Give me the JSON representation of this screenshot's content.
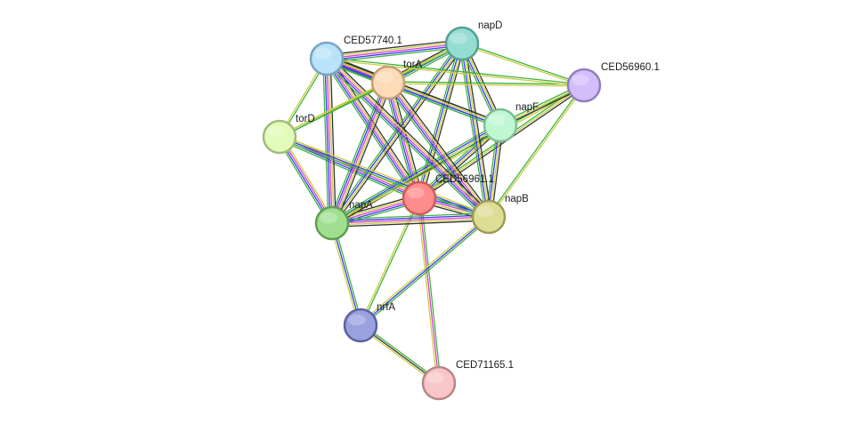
{
  "network": {
    "nodes": [
      {
        "id": "CED56961.1",
        "label": "CED56961.1",
        "color": "#ff8c8c",
        "border": "#cf5a5a"
      },
      {
        "id": "napA",
        "label": "napA",
        "color": "#a0df90",
        "border": "#5f9e50"
      },
      {
        "id": "napB",
        "label": "napB",
        "color": "#dedd95",
        "border": "#9e9c55"
      },
      {
        "id": "napF",
        "label": "napF",
        "color": "#bff7d3",
        "border": "#7fbf93"
      },
      {
        "id": "napD",
        "label": "napD",
        "color": "#95ddd2",
        "border": "#55a092"
      },
      {
        "id": "torA",
        "label": "torA",
        "color": "#fddbb7",
        "border": "#c59d77"
      },
      {
        "id": "CED57740.1",
        "label": "CED57740.1",
        "color": "#b9e3f9",
        "border": "#79a3c1"
      },
      {
        "id": "torD",
        "label": "torD",
        "color": "#e1fbb9",
        "border": "#a1bb79"
      },
      {
        "id": "CED56960.1",
        "label": "CED56960.1",
        "color": "#d4bdfb",
        "border": "#947dbb"
      },
      {
        "id": "nrfA",
        "label": "nrfA",
        "color": "#99a1df",
        "border": "#59619f"
      },
      {
        "id": "CED71165.1",
        "label": "CED71165.1",
        "color": "#f8c6c6",
        "border": "#b88686"
      }
    ],
    "edge_colors": {
      "green": "#3fb33f",
      "blue": "#3a3af0",
      "magenta": "#d63fd6",
      "yellow": "#cccc3f",
      "black": "#333333",
      "cyan": "#3fcfcf"
    },
    "edges": [
      {
        "from": "CED56961.1",
        "to": "napA",
        "kinds": [
          "green",
          "blue",
          "magenta",
          "yellow",
          "black"
        ]
      },
      {
        "from": "CED56961.1",
        "to": "napB",
        "kinds": [
          "green",
          "blue",
          "magenta",
          "yellow",
          "black"
        ]
      },
      {
        "from": "CED56961.1",
        "to": "napF",
        "kinds": [
          "green",
          "blue",
          "yellow",
          "black"
        ]
      },
      {
        "from": "CED56961.1",
        "to": "napD",
        "kinds": [
          "green",
          "blue",
          "yellow",
          "black"
        ]
      },
      {
        "from": "CED56961.1",
        "to": "torA",
        "kinds": [
          "green",
          "blue",
          "magenta",
          "yellow",
          "black"
        ]
      },
      {
        "from": "CED56961.1",
        "to": "CED57740.1",
        "kinds": [
          "green",
          "blue",
          "magenta",
          "yellow",
          "black"
        ]
      },
      {
        "from": "CED56961.1",
        "to": "torD",
        "kinds": [
          "green",
          "blue",
          "magenta",
          "yellow"
        ]
      },
      {
        "from": "CED56961.1",
        "to": "CED56960.1",
        "kinds": [
          "green",
          "yellow",
          "black"
        ]
      },
      {
        "from": "CED56961.1",
        "to": "nrfA",
        "kinds": [
          "green",
          "yellow"
        ]
      },
      {
        "from": "CED56961.1",
        "to": "CED71165.1",
        "kinds": [
          "green",
          "magenta",
          "yellow"
        ]
      },
      {
        "from": "napA",
        "to": "napB",
        "kinds": [
          "green",
          "blue",
          "magenta",
          "yellow",
          "black"
        ]
      },
      {
        "from": "napA",
        "to": "napF",
        "kinds": [
          "green",
          "blue",
          "yellow",
          "black"
        ]
      },
      {
        "from": "napA",
        "to": "napD",
        "kinds": [
          "green",
          "blue",
          "yellow",
          "black"
        ]
      },
      {
        "from": "napA",
        "to": "torA",
        "kinds": [
          "green",
          "blue",
          "magenta",
          "yellow",
          "black"
        ]
      },
      {
        "from": "napA",
        "to": "CED57740.1",
        "kinds": [
          "green",
          "blue",
          "magenta",
          "yellow",
          "black"
        ]
      },
      {
        "from": "napA",
        "to": "torD",
        "kinds": [
          "green",
          "blue",
          "magenta",
          "yellow"
        ]
      },
      {
        "from": "napA",
        "to": "nrfA",
        "kinds": [
          "green",
          "blue",
          "yellow"
        ]
      },
      {
        "from": "napA",
        "to": "CED56960.1",
        "kinds": [
          "green",
          "yellow"
        ]
      },
      {
        "from": "napB",
        "to": "napF",
        "kinds": [
          "green",
          "blue",
          "yellow",
          "black"
        ]
      },
      {
        "from": "napB",
        "to": "napD",
        "kinds": [
          "green",
          "blue",
          "yellow",
          "black"
        ]
      },
      {
        "from": "napB",
        "to": "torA",
        "kinds": [
          "green",
          "blue",
          "magenta",
          "yellow",
          "black"
        ]
      },
      {
        "from": "napB",
        "to": "CED57740.1",
        "kinds": [
          "green",
          "blue",
          "magenta",
          "yellow",
          "black"
        ]
      },
      {
        "from": "napB",
        "to": "torD",
        "kinds": [
          "green",
          "blue",
          "yellow"
        ]
      },
      {
        "from": "napB",
        "to": "CED56960.1",
        "kinds": [
          "green",
          "yellow"
        ]
      },
      {
        "from": "napB",
        "to": "nrfA",
        "kinds": [
          "green",
          "blue",
          "yellow"
        ]
      },
      {
        "from": "napF",
        "to": "napD",
        "kinds": [
          "green",
          "blue",
          "yellow",
          "black"
        ]
      },
      {
        "from": "napF",
        "to": "torA",
        "kinds": [
          "green",
          "blue",
          "yellow",
          "black"
        ]
      },
      {
        "from": "napF",
        "to": "CED57740.1",
        "kinds": [
          "green",
          "blue",
          "yellow",
          "black"
        ]
      },
      {
        "from": "napF",
        "to": "CED56960.1",
        "kinds": [
          "green",
          "yellow",
          "black"
        ]
      },
      {
        "from": "napD",
        "to": "torA",
        "kinds": [
          "green",
          "blue",
          "yellow",
          "black"
        ]
      },
      {
        "from": "napD",
        "to": "CED57740.1",
        "kinds": [
          "green",
          "blue",
          "magenta",
          "yellow",
          "black"
        ]
      },
      {
        "from": "napD",
        "to": "CED56960.1",
        "kinds": [
          "green",
          "yellow"
        ]
      },
      {
        "from": "napD",
        "to": "torD",
        "kinds": [
          "green",
          "yellow"
        ]
      },
      {
        "from": "torA",
        "to": "CED57740.1",
        "kinds": [
          "green",
          "blue",
          "magenta",
          "yellow",
          "black"
        ]
      },
      {
        "from": "torA",
        "to": "torD",
        "kinds": [
          "green",
          "yellow"
        ]
      },
      {
        "from": "torA",
        "to": "CED56960.1",
        "kinds": [
          "green",
          "yellow"
        ]
      },
      {
        "from": "CED57740.1",
        "to": "torD",
        "kinds": [
          "green",
          "yellow"
        ]
      },
      {
        "from": "CED57740.1",
        "to": "CED56960.1",
        "kinds": [
          "green",
          "yellow"
        ]
      },
      {
        "from": "nrfA",
        "to": "CED71165.1",
        "kinds": [
          "green",
          "black",
          "yellow"
        ]
      }
    ]
  }
}
